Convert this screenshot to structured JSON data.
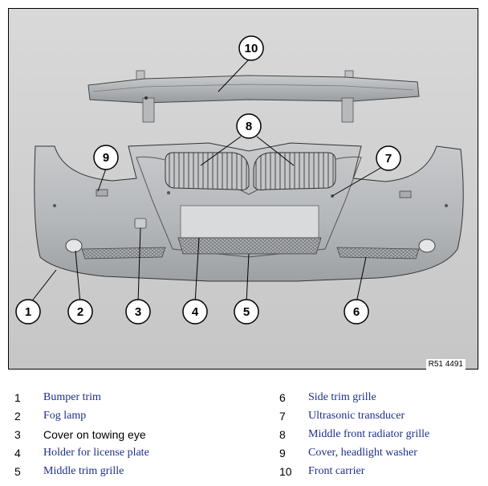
{
  "figure": {
    "reference_code": "R51 4491",
    "callouts": [
      "1",
      "2",
      "3",
      "4",
      "5",
      "6",
      "7",
      "8",
      "9",
      "10"
    ]
  },
  "legend": [
    {
      "num": "1",
      "text": "Bumper trim"
    },
    {
      "num": "2",
      "text": "Fog lamp"
    },
    {
      "num": "3",
      "text": "Cover on towing eye"
    },
    {
      "num": "4",
      "text": "Holder for license plate"
    },
    {
      "num": "5",
      "text": "Middle trim grille"
    },
    {
      "num": "6",
      "text": "Side trim grille"
    },
    {
      "num": "7",
      "text": "Ultrasonic transducer"
    },
    {
      "num": "8",
      "text": "Middle front radiator grille"
    },
    {
      "num": "9",
      "text": "Cover, headlight washer"
    },
    {
      "num": "10",
      "text": "Front carrier"
    }
  ],
  "colors": {
    "bumper": "#b9bcbf",
    "link_text": "#1c2f8a",
    "frame_bg": "#d0d0d0"
  }
}
